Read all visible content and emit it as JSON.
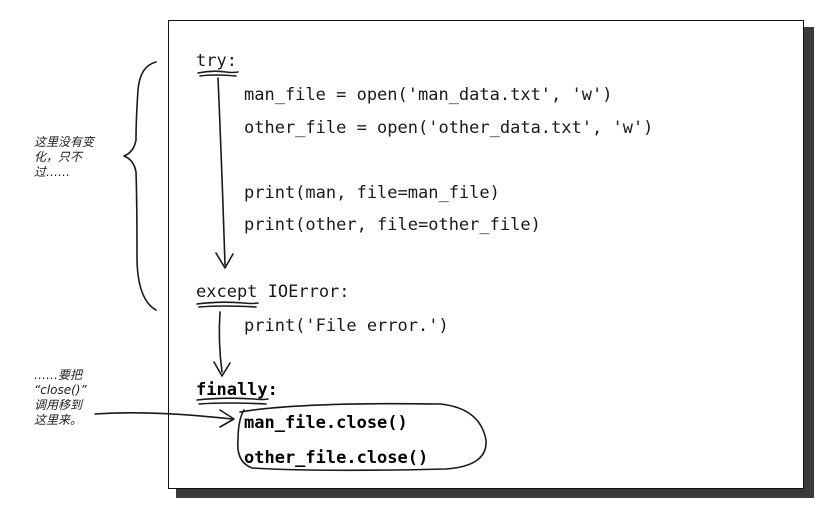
{
  "code": {
    "lines": [
      "try:",
      "man_file = open('man_data.txt', 'w')",
      "other_file = open('other_data.txt', 'w')",
      "print(man, file=man_file)",
      "print(other, file=other_file)",
      "except IOError:",
      "print('File error.')",
      "finally:",
      "man_file.close()",
      "other_file.close()"
    ]
  },
  "annotations": {
    "no_change": "这里没有变\n化，只不\n过……",
    "move_close": "……要把\n“close()”\n调用移到\n这里来。"
  },
  "colors": {
    "ink": "#1a1a1a",
    "shadow": "#3a3a3a",
    "background": "#ffffff"
  }
}
